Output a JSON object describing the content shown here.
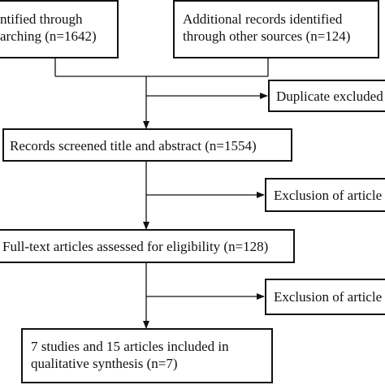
{
  "flowchart": {
    "db_search": {
      "line1": "ntified through",
      "line2": "arching (n=1642)"
    },
    "other_sources": {
      "line1": "Additional records identified",
      "line2": "through other sources (n=124)"
    },
    "duplicates": {
      "text": "Duplicate excluded"
    },
    "screened": {
      "text": "Records screened title and abstract (n=1554)"
    },
    "exclusion_1": {
      "text": "Exclusion of article"
    },
    "fulltext": {
      "text": "Full-text articles assessed for eligibility (n=128)"
    },
    "exclusion_2": {
      "text": "Exclusion of article"
    },
    "included": {
      "line1": "7 studies and 15 articles included in",
      "line2": "qualitative synthesis (n=7)"
    }
  }
}
